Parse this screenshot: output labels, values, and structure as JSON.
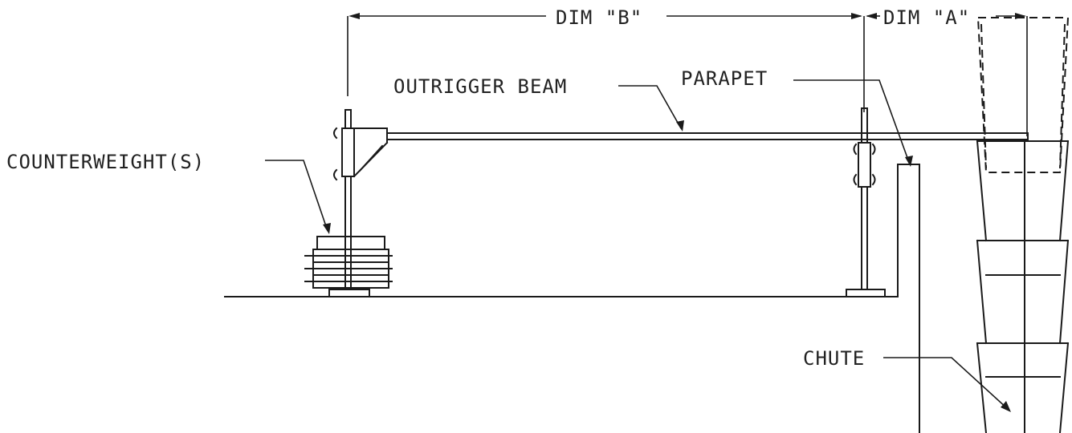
{
  "labels": {
    "dim_b": "DIM \"B\"",
    "dim_a": "DIM \"A\"",
    "outrigger_beam": "OUTRIGGER BEAM",
    "parapet": "PARAPET",
    "counterweights": "COUNTERWEIGHT(S)",
    "chute": "CHUTE"
  },
  "colors": {
    "line": "#1a1a1a",
    "background": "#ffffff"
  }
}
